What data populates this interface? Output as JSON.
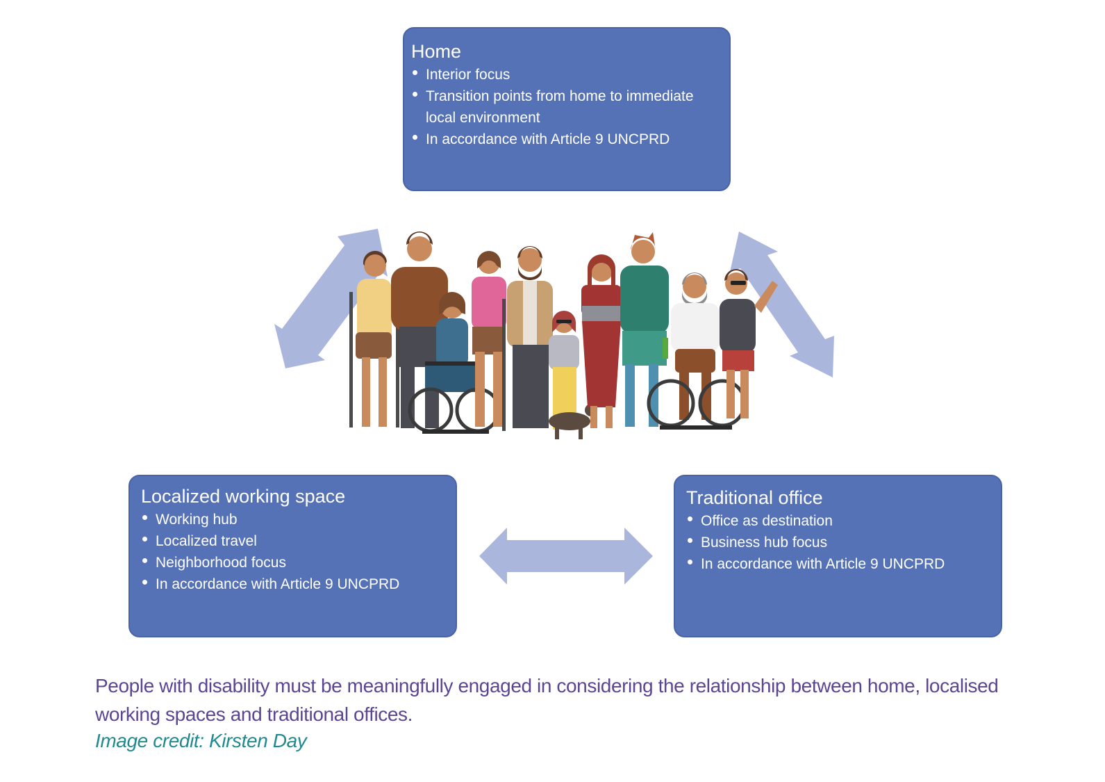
{
  "boxes": {
    "home": {
      "title": "Home",
      "items": [
        "Interior focus",
        "Transition points from home to immediate local environment",
        "In accordance with Article 9 UNCPRD"
      ]
    },
    "localized": {
      "title": "Localized working space",
      "items": [
        "Working hub",
        "Localized travel",
        "Neighborhood focus",
        "In accordance with Article 9 UNCPRD"
      ]
    },
    "office": {
      "title": "Traditional office",
      "items": [
        "Office as destination",
        "Business hub focus",
        "In accordance with Article 9 UNCPRD"
      ]
    }
  },
  "illustration": {
    "icon": "diverse-people-group-icon",
    "arrows": [
      "double-arrow-icon",
      "double-arrow-icon",
      "double-arrow-icon"
    ]
  },
  "caption": "People with disability must be meaningfully engaged in considering the relationship between home, localised working spaces and traditional offices.",
  "credit": "Image credit: Kirsten Day",
  "colors": {
    "box_fill": "#5672b7",
    "arrow_fill": "#abb6dc",
    "caption_text": "#5b4592",
    "credit_text": "#1f8a8f"
  }
}
